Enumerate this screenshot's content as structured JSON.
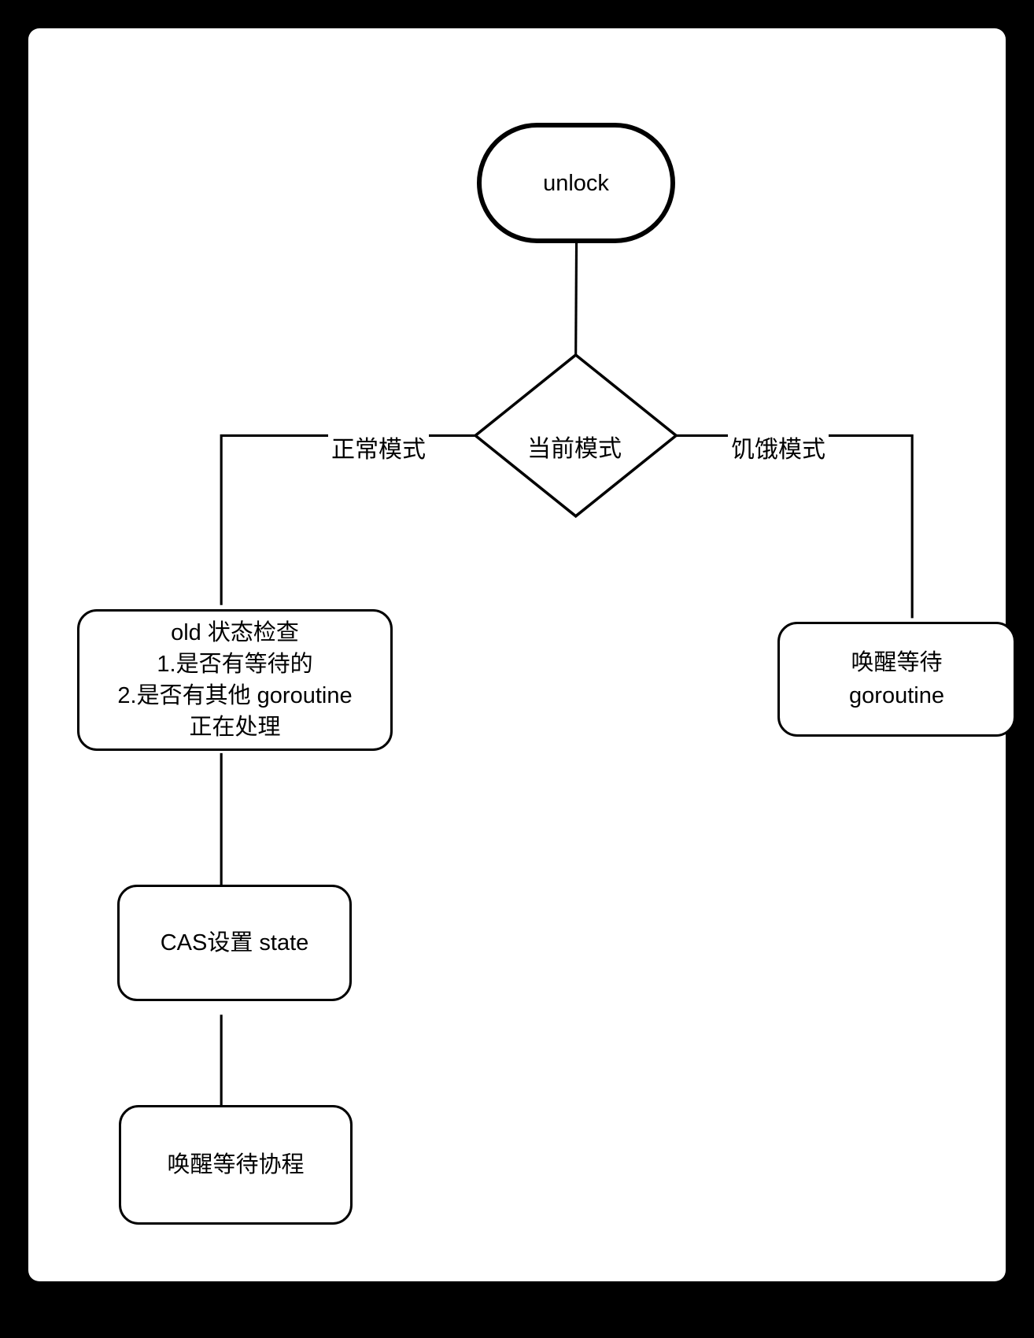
{
  "diagram": {
    "nodes": {
      "start": {
        "label": "unlock"
      },
      "decision": {
        "label": "当前模式"
      },
      "old_check": {
        "text": "old 状态检查\n1.是否有等待的\n2.是否有其他 goroutine\n正在处理"
      },
      "wake_goroutine": {
        "text": "唤醒等待\ngoroutine"
      },
      "cas": {
        "label": "CAS设置 state"
      },
      "wake_waiting": {
        "label": "唤醒等待协程"
      }
    },
    "edges": {
      "normal": {
        "label": "正常模式"
      },
      "starvation": {
        "label": "饥饿模式"
      }
    },
    "colors": {
      "stroke": "#000000",
      "node_fill": "#ffffff",
      "page_background": "#ffffff",
      "frame": "#000000"
    }
  }
}
